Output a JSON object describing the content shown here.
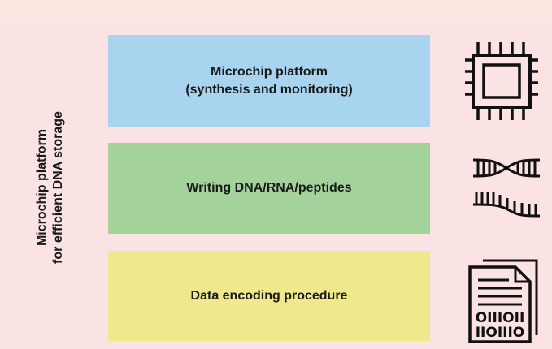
{
  "side_title": {
    "line1": "Microchip platform",
    "line2": "for efficient DNA storage"
  },
  "boxes": [
    {
      "line1": "Microchip platform",
      "line2": "(synthesis and monitoring)",
      "color": "#a8d4f0"
    },
    {
      "line1": "Writing DNA/RNA/peptides",
      "color": "#a3d39b"
    },
    {
      "line1": "Data encoding procedure",
      "color": "#efe88c"
    }
  ],
  "icons": {
    "chip": "microchip-icon",
    "double_helix": "dna-double-helix-icon",
    "single_strand": "single-strand-icon",
    "document": "binary-document-icon"
  },
  "document_binary": {
    "row1": "OIIIOII",
    "row2": "IIOIIIO"
  },
  "colors": {
    "background": "#fce3e3",
    "top_strip": "#fde6e2",
    "icon_stroke": "#111111"
  }
}
